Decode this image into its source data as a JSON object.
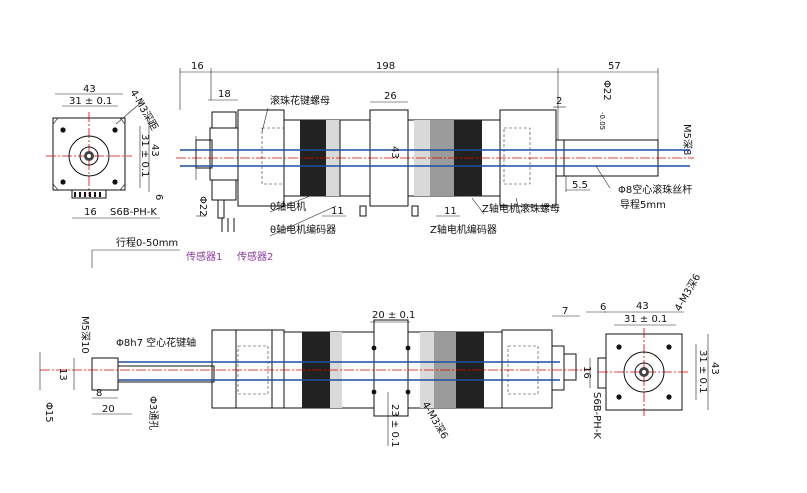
{
  "top_dims": {
    "left_offset": "16",
    "total_length": "198",
    "right_length": "57",
    "flange_18": "18",
    "middle_26": "26",
    "gap_2": "2",
    "dia_22_main": "Φ22",
    "dia_22_tol": "0",
    "dia_22_tol2": "-0.05",
    "m5_depth_8": "M5深8",
    "side_43": "43",
    "dim_11_a": "11",
    "dim_11_b": "11",
    "dim_5_5": "5.5",
    "dim_6": "6"
  },
  "front_view_left": {
    "width_43": "43",
    "bolt_31": "31 ± 0.1",
    "height_43": "43",
    "bolt_31_v": "31 ± 0.1",
    "screw_note": "4-M3深距",
    "connector_16": "16",
    "connector_label": "S6B-PH-K"
  },
  "labels_top": {
    "ball_spline_nut": "滚珠花键螺母",
    "theta_motor": "θ轴电机",
    "theta_encoder": "θ轴电机编码器",
    "z_motor": "Z轴电机",
    "z_encoder": "Z轴电机编码器",
    "ball_screw_nut": "滚珠螺母",
    "hollow_screw": "Φ8空心滚珠丝杆",
    "lead": "导程5mm",
    "stroke": "行程0-50mm",
    "sensor1": "传感器1",
    "sensor2": "传感器2"
  },
  "bottom_dims": {
    "m5_depth_10": "M5深10",
    "hollow_spline": "Φ8h7 空心花键轴",
    "dim_13": "13",
    "dim_8": "8",
    "dim_20": "20",
    "dia_15": "Φ15",
    "through_hole": "Φ3通孔",
    "dim_20_01": "20 ± 0.1",
    "dim_23_01": "23 ± 0.1",
    "m3_note": "4-M3深6",
    "dim_7": "7",
    "dim_6_right": "6",
    "width_43_right": "43",
    "bolt_31_right": "31 ± 0.1",
    "height_43_right": "43",
    "bolt_31_v_right": "31 ± 0.1",
    "screw_note_right": "4-M3深6",
    "connector_16_right": "16",
    "connector_label_right": "S6B-PH-K"
  }
}
